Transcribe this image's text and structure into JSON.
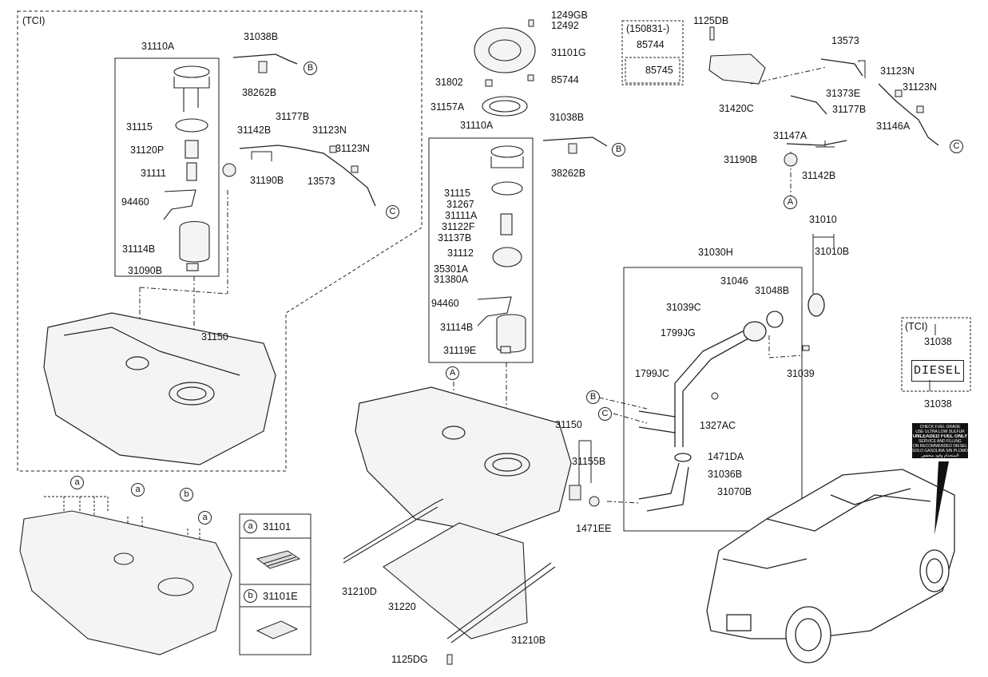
{
  "variant_note": "(TCI)",
  "variant_note_2": "(TCI)",
  "date_note": "(150831-)",
  "labels": {
    "p31110A_a": "31110A",
    "p31038B_a": "31038B",
    "p38262B_a": "38262B",
    "p31115_a": "31115",
    "p31120P": "31120P",
    "p31111": "31111",
    "p94460_a": "94460",
    "p31114B_a": "31114B",
    "p31090B": "31090B",
    "p31142B_a": "31142B",
    "p31177B_a": "31177B",
    "p31123N_a": "31123N",
    "p31123N_b": "31123N",
    "p31190B_a": "31190B",
    "p13573_a": "13573",
    "p31150_a": "31150",
    "p1249GB": "1249GB",
    "p12492": "12492",
    "p31101G": "31101G",
    "p85744_a": "85744",
    "p31802": "31802",
    "p31157A": "31157A",
    "p31110A_b": "31110A",
    "p31038B_b": "31038B",
    "p38262B_b": "38262B",
    "p31115_b": "31115",
    "p31267": "31267",
    "p31111A": "31111A",
    "p31122F": "31122F",
    "p31137B": "31137B",
    "p31112": "31112",
    "p35301A": "35301A",
    "p31380A": "31380A",
    "p94460_b": "94460",
    "p31114B_b": "31114B",
    "p31119E": "31119E",
    "p85744_b": "85744",
    "p85745": "85745",
    "p1125DB": "1125DB",
    "p13573_b": "13573",
    "p31123N_c": "31123N",
    "p31123N_d": "31123N",
    "p31373E": "31373E",
    "p31420C": "31420C",
    "p31177B_b": "31177B",
    "p31146A": "31146A",
    "p31147A": "31147A",
    "p31190B_b": "31190B",
    "p31142B_b": "31142B",
    "p31010": "31010",
    "p31010B": "31010B",
    "p31030H": "31030H",
    "p31046": "31046",
    "p31048B": "31048B",
    "p31039C": "31039C",
    "p1799JG": "1799JG",
    "p31039": "31039",
    "p1799JC": "1799JC",
    "p1327AC": "1327AC",
    "p1471DA": "1471DA",
    "p31036B": "31036B",
    "p31070B": "31070B",
    "p31150_b": "31150",
    "p31155B": "31155B",
    "p1471EE": "1471EE",
    "p31210D": "31210D",
    "p31220": "31220",
    "p31210B": "31210B",
    "p1125DG": "1125DG",
    "p31038_a": "31038",
    "p31038_b": "31038"
  },
  "refs": {
    "A": "A",
    "B": "B",
    "C": "C",
    "a": "a",
    "b": "b"
  },
  "diesel_text": "DIESEL",
  "fuel_label_lines": [
    "CHECK FUEL GRADE",
    "USE ULTRA LOW SULFUR",
    "UNLEADED FUEL ONLY",
    "SERVICE AND FILLING",
    "ON RECOMMENDED DIESEL",
    "SOLO GASOLINA SIN PLOMO",
    "لاستخدام وقود منخفض"
  ],
  "legend": [
    {
      "key": "a",
      "part": "31101"
    },
    {
      "key": "b",
      "part": "31101E"
    }
  ]
}
